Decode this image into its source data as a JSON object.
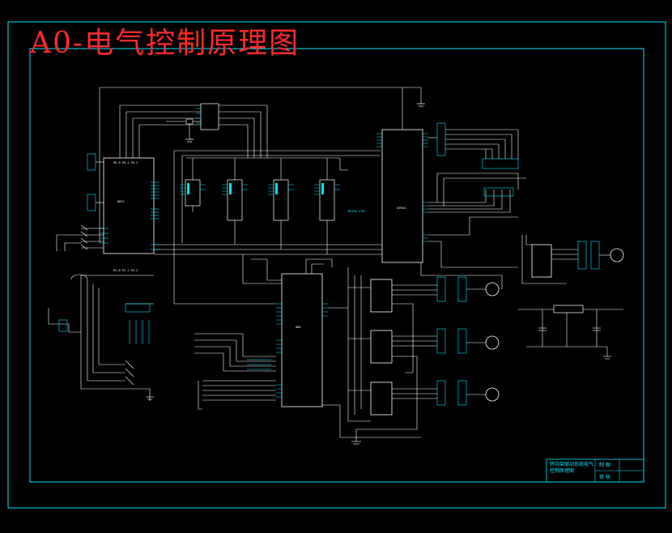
{
  "title": "A0-电气控制原理图",
  "title_block": {
    "drawing_name": "转向架驱动系统电气控制原理图",
    "cell1": "制 图",
    "cell2": "审 核"
  },
  "colors": {
    "wire": "#ffffff",
    "component": "#00e5ff",
    "title": "#ff2a2a",
    "frame": "#00e5ff",
    "background": "#000000"
  }
}
